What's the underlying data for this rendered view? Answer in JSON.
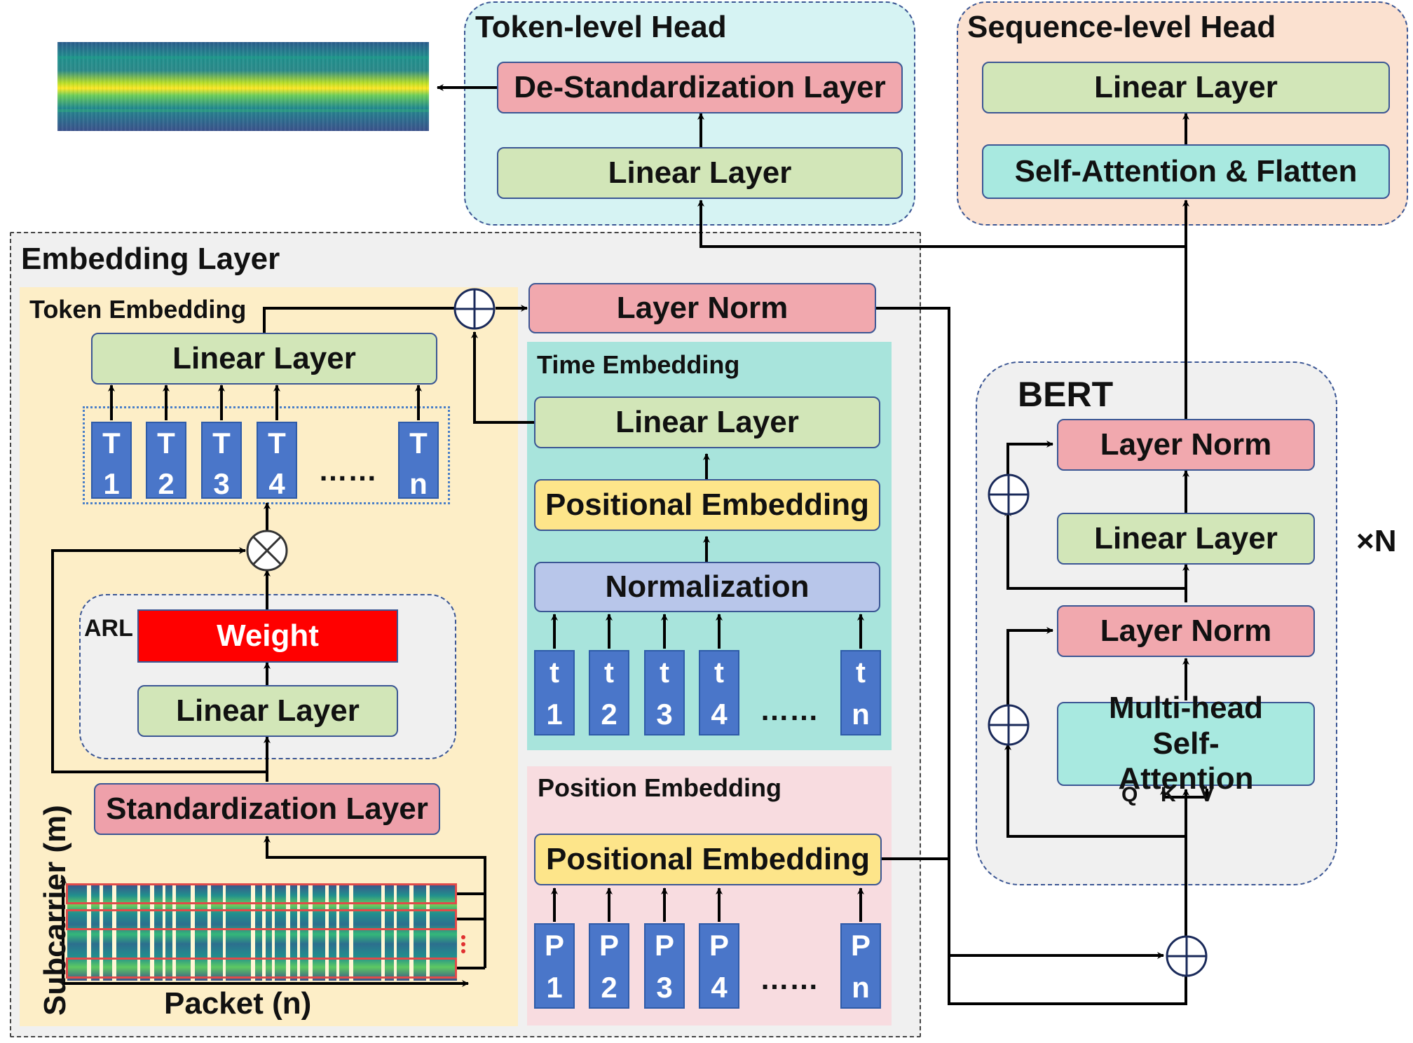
{
  "token_head": {
    "title": "Token-level Head",
    "destd": "De-Standardization Layer",
    "linear": "Linear Layer"
  },
  "seq_head": {
    "title": "Sequence-level Head",
    "linear": "Linear Layer",
    "selfatt": "Self-Attention & Flatten"
  },
  "embedding": {
    "title": "Embedding Layer",
    "layer_norm": "Layer Norm",
    "token": {
      "title": "Token Embedding",
      "linear": "Linear Layer",
      "tokens": [
        {
          "a": "T",
          "b": "1"
        },
        {
          "a": "T",
          "b": "2"
        },
        {
          "a": "T",
          "b": "3"
        },
        {
          "a": "T",
          "b": "4"
        },
        {
          "a": "T",
          "b": "n"
        }
      ],
      "dots": "……",
      "arl": "ARL",
      "weight": "Weight",
      "arl_linear": "Linear Layer",
      "standardization": "Standardization Layer",
      "y_axis": "Subcarrier (m)",
      "x_axis": "Packet (n)"
    },
    "time": {
      "title": "Time Embedding",
      "linear": "Linear Layer",
      "positional": "Positional Embedding",
      "normalization": "Normalization",
      "tokens": [
        {
          "a": "t",
          "b": "1"
        },
        {
          "a": "t",
          "b": "2"
        },
        {
          "a": "t",
          "b": "3"
        },
        {
          "a": "t",
          "b": "4"
        },
        {
          "a": "t",
          "b": "n"
        }
      ],
      "dots": "……"
    },
    "position": {
      "title": "Position Embedding",
      "positional": "Positional Embedding",
      "tokens": [
        {
          "a": "P",
          "b": "1"
        },
        {
          "a": "P",
          "b": "2"
        },
        {
          "a": "P",
          "b": "3"
        },
        {
          "a": "P",
          "b": "4"
        },
        {
          "a": "P",
          "b": "n"
        }
      ],
      "dots": "……"
    }
  },
  "bert": {
    "title": "BERT",
    "layer_norm_top": "Layer Norm",
    "linear": "Linear Layer",
    "layer_norm_mid": "Layer Norm",
    "mhsa": "Multi-head Self-Attention",
    "q": "Q",
    "k": "K",
    "v": "V",
    "repeat": "×N"
  },
  "colors": {
    "token_head_bg": "#d6f3f3",
    "seq_head_bg": "#fbe1d0",
    "embedding_bg": "#f0f0f0",
    "token_embedding_bg": "#fdeec7",
    "time_embedding_bg": "#a8e4dc",
    "position_embedding_bg": "#f8dce0",
    "green": "#d2e6b8",
    "pink": "#f1a8ae",
    "cyan": "#a8e9e0",
    "yellow": "#fde58a",
    "blue": "#b8c6ea",
    "weight_red": "#ff0000",
    "token_blue": "#4a76c9"
  }
}
